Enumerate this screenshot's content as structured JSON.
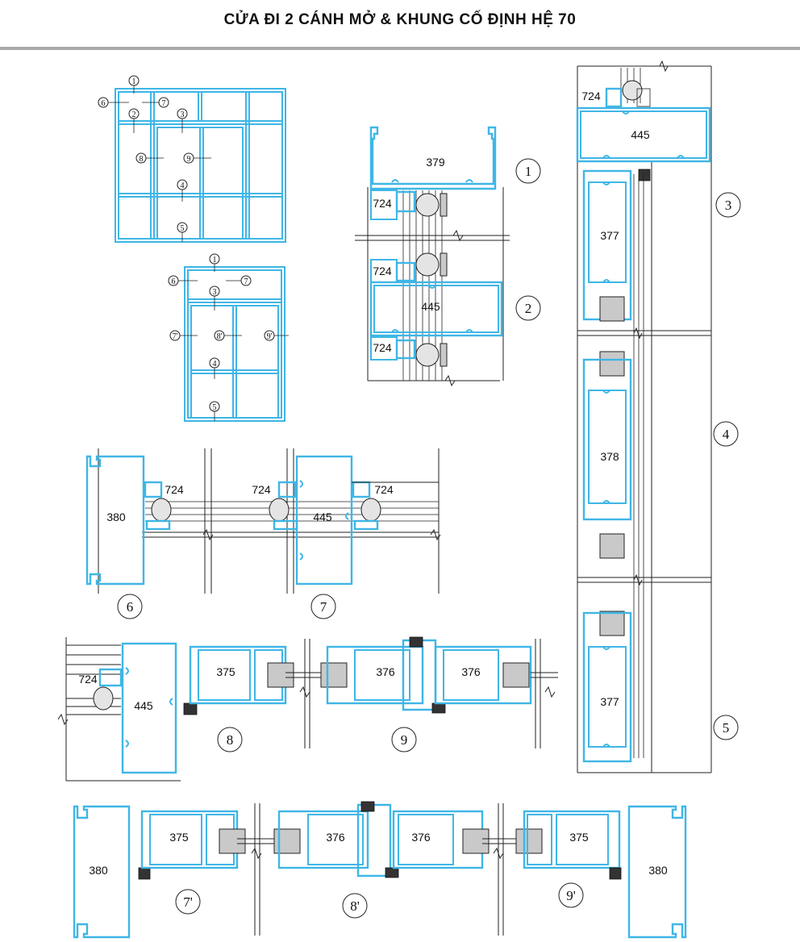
{
  "title": "CỬA ĐI 2 CÁNH MỞ & KHUNG CỐ ĐỊNH HỆ 70",
  "elevation_top": {
    "callouts": [
      "1",
      "6",
      "7",
      "2",
      "3",
      "8",
      "9",
      "4",
      "5"
    ]
  },
  "elevation_bottom": {
    "callouts": [
      "1",
      "6",
      "7",
      "3",
      "7'",
      "8'",
      "9'",
      "4",
      "5"
    ]
  },
  "section_1_2": {
    "profiles": [
      "379",
      "724",
      "724",
      "445",
      "724"
    ],
    "markers": [
      "1",
      "2"
    ]
  },
  "section_3_5": {
    "profiles": [
      "724",
      "445",
      "377",
      "378",
      "377"
    ],
    "markers": [
      "3",
      "4",
      "5"
    ]
  },
  "section_6_7": {
    "profiles": [
      "380",
      "724",
      "724",
      "445",
      "724"
    ],
    "markers": [
      "6",
      "7"
    ]
  },
  "section_8_9": {
    "profiles": [
      "724",
      "445",
      "375",
      "376",
      "376"
    ],
    "markers": [
      "8",
      "9"
    ]
  },
  "section_bottom": {
    "profiles": [
      "380",
      "375",
      "376",
      "376",
      "375",
      "380"
    ],
    "markers": [
      "7'",
      "8'",
      "9'"
    ]
  }
}
